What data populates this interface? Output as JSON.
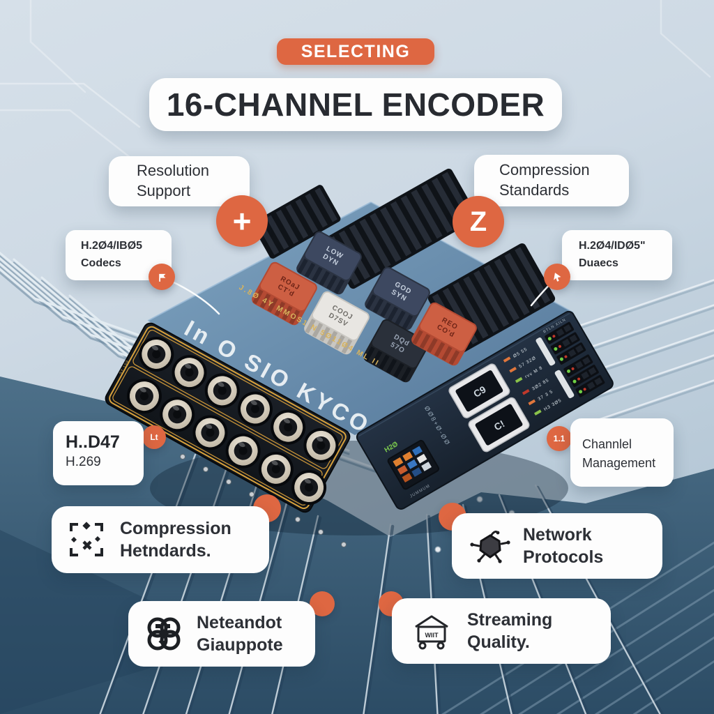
{
  "badge": {
    "label": "SELECTING"
  },
  "title": {
    "text": "16-CHANNEL ENCODER"
  },
  "markers": {
    "plus": "+",
    "z": "Z",
    "lt": "Lt",
    "ver": "1.1"
  },
  "callouts": {
    "resolution": {
      "line1": "Resolution",
      "line2": "Support"
    },
    "compression": {
      "line1": "Compression",
      "line2": "Standards"
    },
    "codecs_left": {
      "line1": "H.2Ø4/IBØ5",
      "line2": "Codecs"
    },
    "codecs_right": {
      "line1": "H.2Ø4/IDØ5\"",
      "line2": "Duaecs"
    },
    "hd47": {
      "line1": "H..D47",
      "line2": "H.269"
    },
    "channel": {
      "line1": "Channlel",
      "line2": "Management"
    },
    "compression2": {
      "line1": "Compression",
      "line2": "Hetndards."
    },
    "network": {
      "line1": "Network",
      "line2": "Protocols"
    },
    "neteandot": {
      "line1": "Neteandot",
      "line2": "Giauppote"
    },
    "streaming": {
      "line1": "Streaming",
      "line2": "Quality."
    }
  },
  "icons": {
    "streaming_cart_label": "WIIT"
  },
  "device": {
    "top_label": "In O SIO KYCO",
    "top_sublabel": "J.8Ø 4Y MMOS1 N 5Ø11Ø4 ML II",
    "front_edge_label": "ST 1S9",
    "heatsink_labels": [
      [
        "ROaJ",
        "CT'd"
      ],
      [
        "LOW",
        "DYN"
      ],
      [
        "COOJ",
        "D7SV"
      ],
      [
        "GOD",
        "SYN"
      ],
      [
        "DQd",
        "57O"
      ],
      [
        "REO",
        "CO'd"
      ]
    ],
    "side_panel": {
      "green_label": "H2Ø",
      "vertical_label": "ØØ8+Ø-ØØ",
      "display_top": "C9",
      "display_bottom": "C!",
      "screen_caption": "JUMMUM",
      "ports_caption": "BTLN XILN",
      "led_labels": [
        "Ø5 55",
        "57 32Ø",
        "rvv M 8",
        "3Ø2 85",
        "37 3 5",
        "H3 3Ø5"
      ]
    }
  },
  "colors": {
    "accent": "#DE6742",
    "card_bg": "#FDFDFD",
    "title_text": "#282B31",
    "device_top": "#6A8EAF",
    "device_front": "#15191F",
    "device_side": "#1D2835",
    "gold_trim": "#D8A23D",
    "background_top": "#D6E0E9",
    "ground_dark": "#2C4C65"
  }
}
